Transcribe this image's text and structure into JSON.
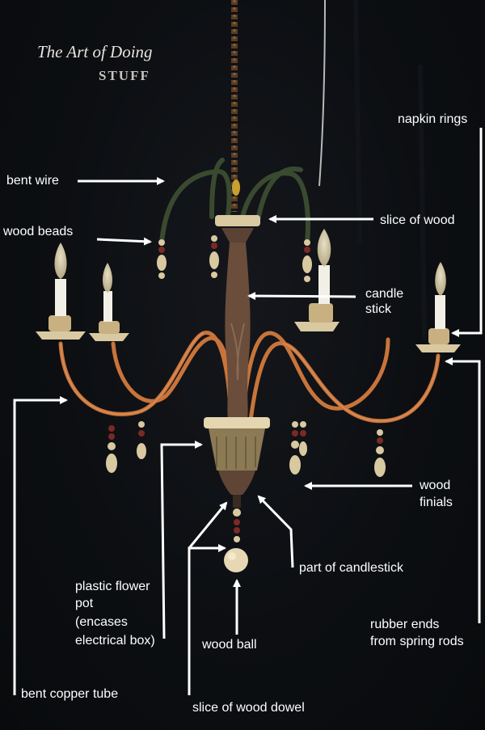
{
  "watermark": {
    "line1": "The Art of Doing",
    "line2": "STUFF"
  },
  "labels": {
    "napkin_rings": "napkin rings",
    "bent_wire": "bent wire",
    "wood_beads": "wood beads",
    "slice_of_wood": "slice of wood",
    "candle_stick_1": "candle",
    "candle_stick_2": "stick",
    "wood_finials_1": "wood",
    "wood_finials_2": "finials",
    "part_of_candlestick": "part of candlestick",
    "plastic_pot_1": "plastic flower",
    "plastic_pot_2": "pot",
    "plastic_pot_3": "(encases",
    "plastic_pot_4": "electrical box)",
    "wood_ball": "wood ball",
    "rubber_ends_1": "rubber ends",
    "rubber_ends_2": "from spring rods",
    "bent_copper_tube": "bent copper tube",
    "slice_of_wood_dowel": "slice of wood dowel"
  },
  "colors": {
    "copper": "#c8743a",
    "wood_light": "#d9c9a0",
    "wood_dark": "#6a4d3a",
    "chain": "#6e4a2a",
    "wire": "#3a4a30",
    "annotation": "#ffffff"
  }
}
